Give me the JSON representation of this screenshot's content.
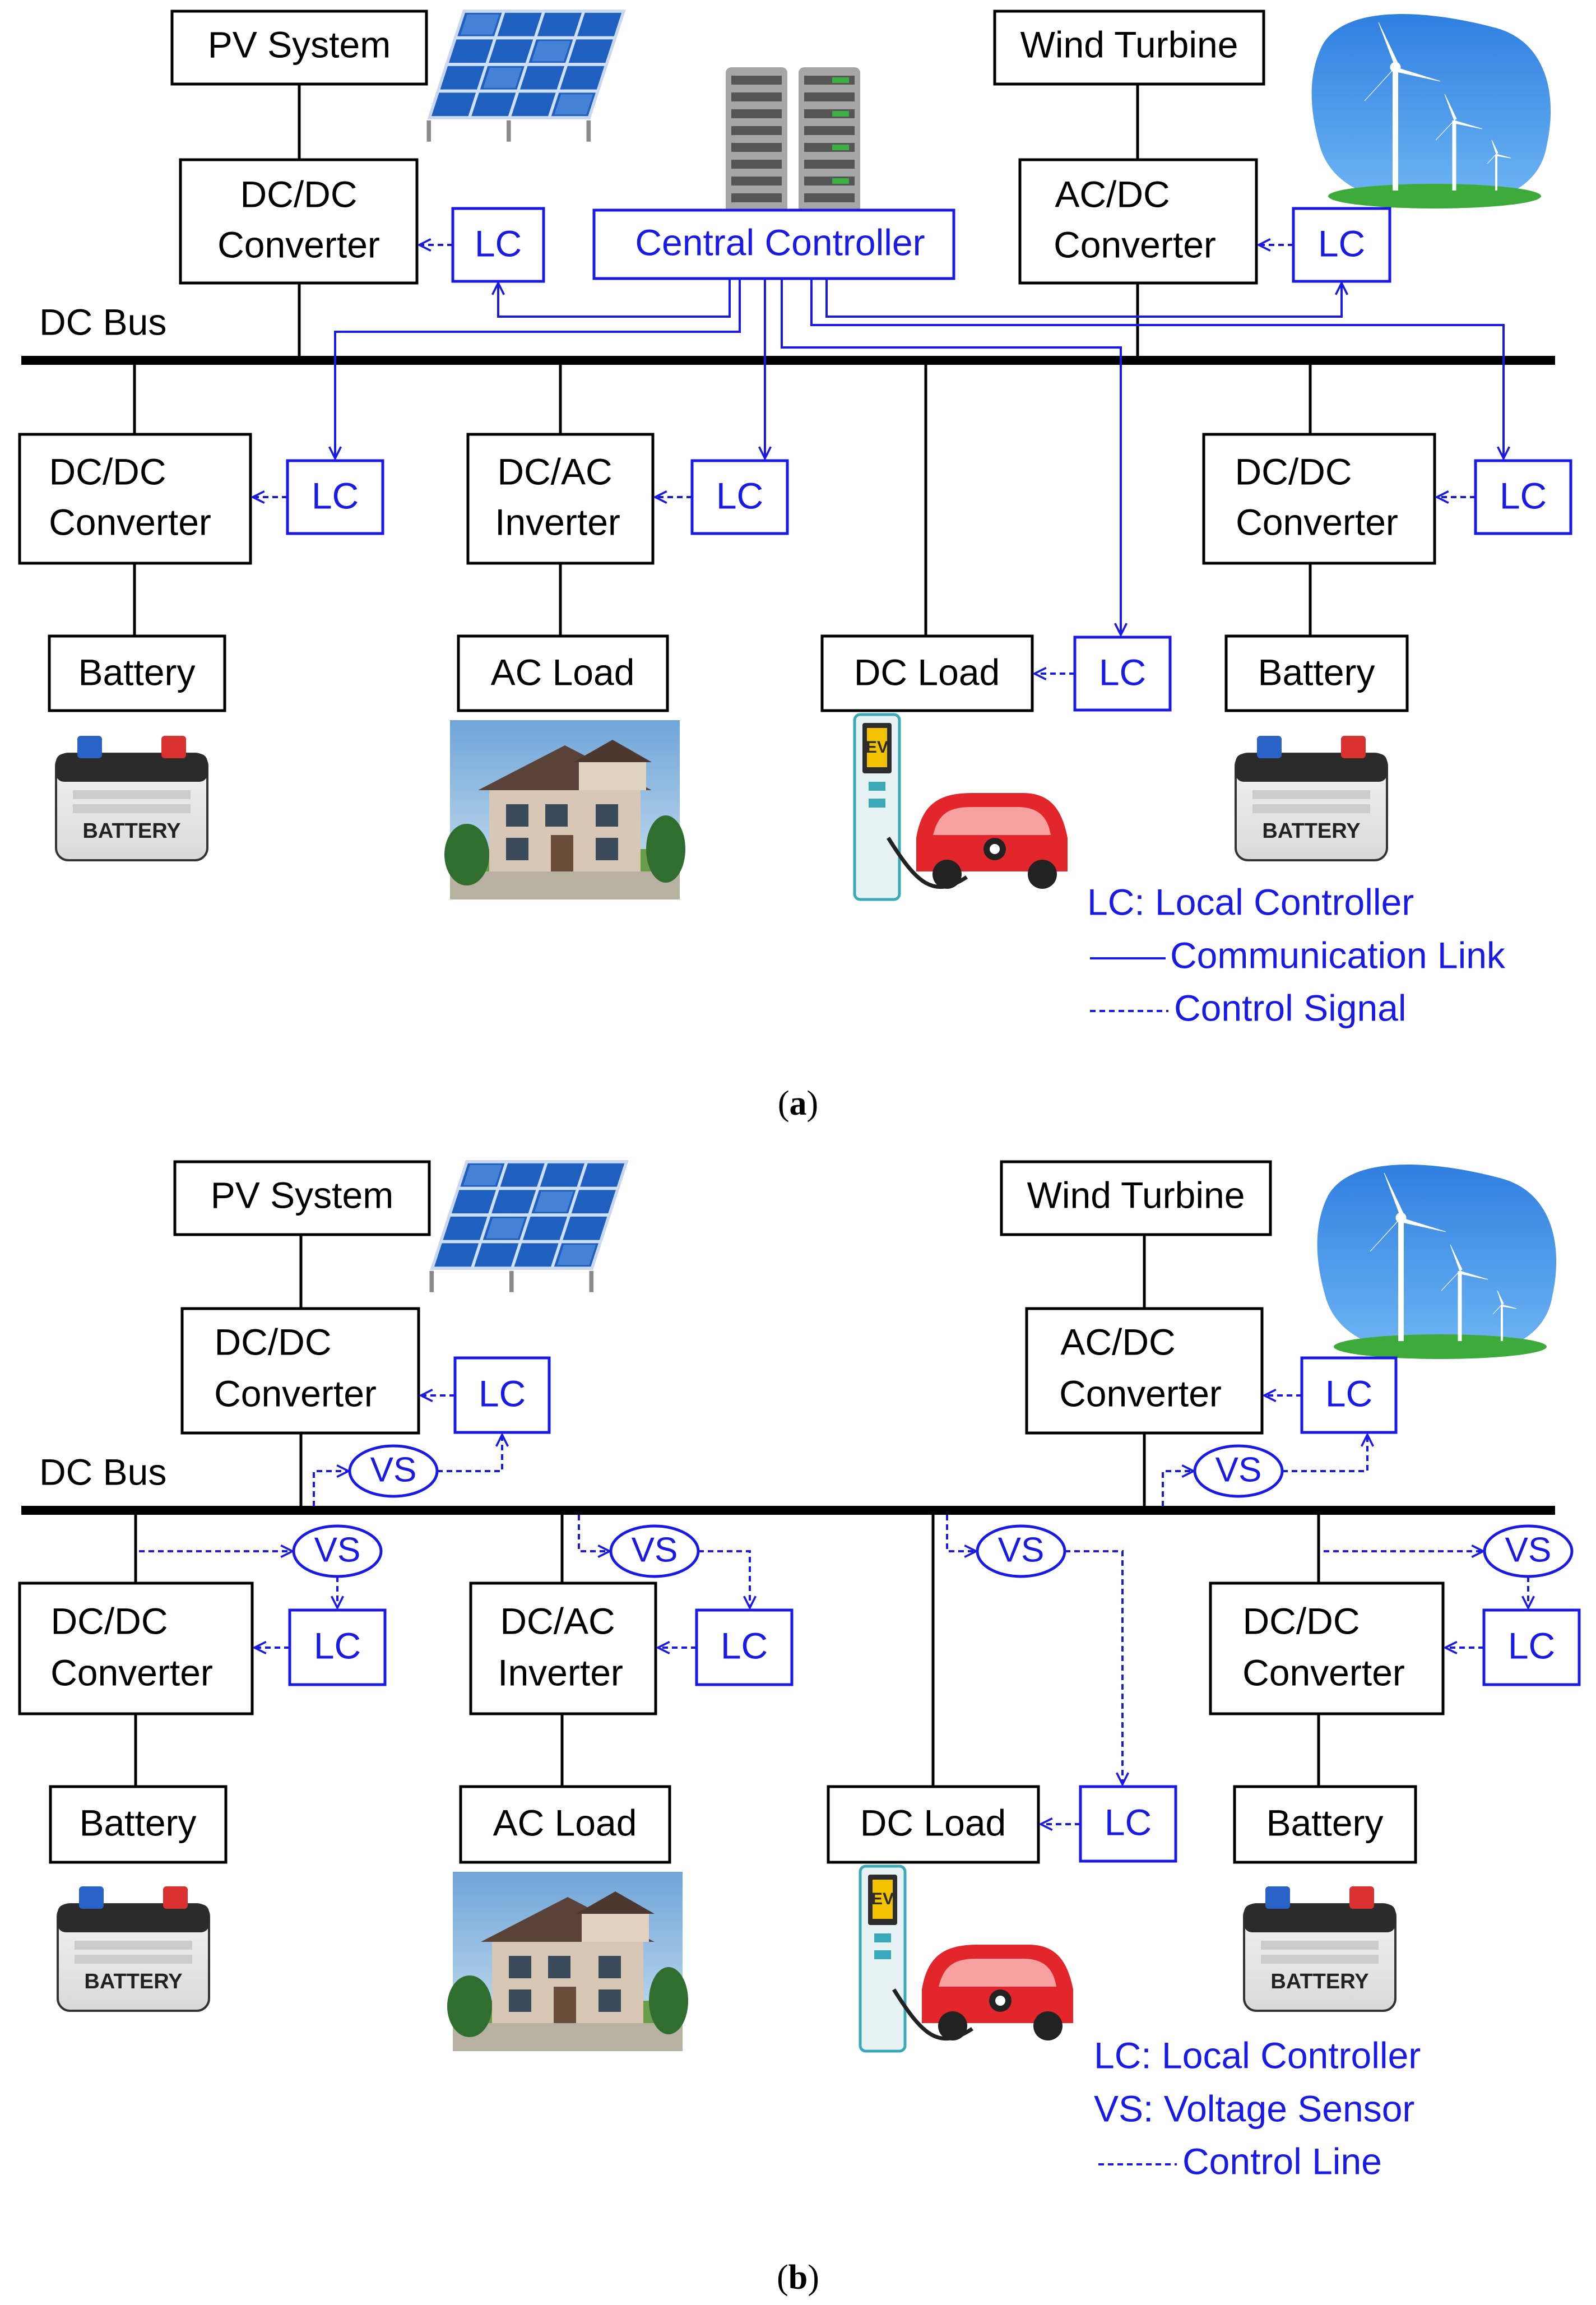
{
  "panel_a": {
    "pv_system": "PV System",
    "wind_turbine": "Wind Turbine",
    "pv_converter": [
      "DC/DC",
      "Converter"
    ],
    "wind_converter": [
      "AC/DC",
      "Converter"
    ],
    "central_controller": "Central Controller",
    "dc_bus": "DC Bus",
    "battery_left_converter": [
      "DC/DC",
      "Converter"
    ],
    "inverter": [
      "DC/AC",
      "Inverter"
    ],
    "battery_right_converter": [
      "DC/DC",
      "Converter"
    ],
    "battery_left": "Battery",
    "ac_load": "AC Load",
    "dc_load": "DC Load",
    "battery_right": "Battery",
    "battery_icon_text": "BATTERY",
    "ev_charger_text": "EV",
    "lc": "LC",
    "legend": {
      "lc": "LC: Local Controller",
      "comm_link": "Communication Link",
      "control_signal": "Control Signal"
    },
    "caption": [
      "(",
      "a",
      ")"
    ]
  },
  "panel_b": {
    "pv_system": "PV System",
    "wind_turbine": "Wind Turbine",
    "pv_converter": [
      "DC/DC",
      "Converter"
    ],
    "wind_converter": [
      "AC/DC",
      "Converter"
    ],
    "dc_bus": "DC Bus",
    "battery_left_converter": [
      "DC/DC",
      "Converter"
    ],
    "inverter": [
      "DC/AC",
      "Inverter"
    ],
    "battery_right_converter": [
      "DC/DC",
      "Converter"
    ],
    "battery_left": "Battery",
    "ac_load": "AC Load",
    "dc_load": "DC Load",
    "battery_right": "Battery",
    "battery_icon_text": "BATTERY",
    "ev_charger_text": "EV",
    "lc": "LC",
    "vs": "VS",
    "legend": {
      "lc": "LC: Local Controller",
      "vs": "VS: Voltage Sensor",
      "control_line": "Control Line"
    },
    "caption": [
      "(",
      "b",
      ")"
    ]
  },
  "colors": {
    "ink": "#000000",
    "control_blue": "#1a1ae6"
  }
}
